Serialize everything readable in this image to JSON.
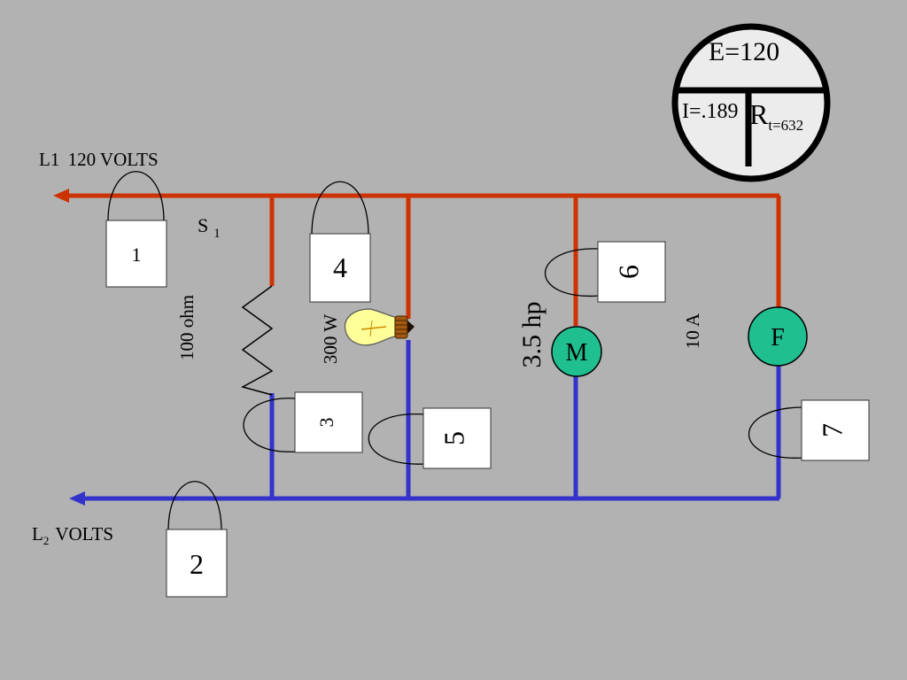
{
  "colors": {
    "background": "#b2b2b2",
    "line1_wire": "#cc3300",
    "line2_wire": "#3333cc",
    "load_fill": "#1fbf8f",
    "meter_box": "#ffffff",
    "bulb_glass": "#ffff99"
  },
  "supply": {
    "l1_label": "L1",
    "l1_voltage": "120 VOLTS",
    "l2_label": "L",
    "l2_sub": "2",
    "l2_voltage": "VOLTS"
  },
  "switch": {
    "label": "S",
    "sub": "1"
  },
  "components": {
    "resistor_label": "100 ohm",
    "lamp_label": "300 W",
    "motor_label": "M",
    "motor_rating": "3.5 hp",
    "fan_label": "F",
    "fan_rating": "10 A"
  },
  "ammeters": [
    {
      "id": "1"
    },
    {
      "id": "2"
    },
    {
      "id": "3"
    },
    {
      "id": "4"
    },
    {
      "id": "5"
    },
    {
      "id": "6"
    },
    {
      "id": "7"
    }
  ],
  "ohms_law_circle": {
    "voltage": "E=120",
    "current": "I=.189",
    "resistance_symbol": "R",
    "resistance_sub": "t=632"
  }
}
